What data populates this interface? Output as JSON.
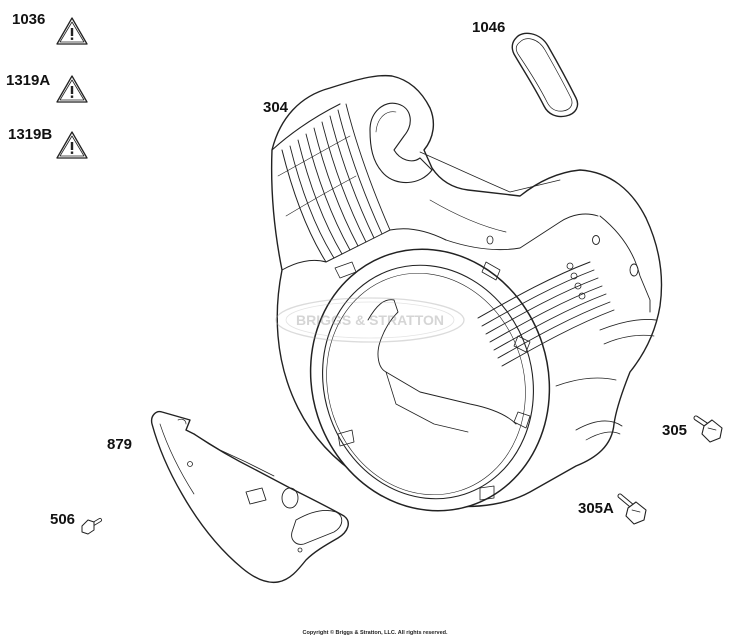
{
  "callouts": {
    "c1036": "1036",
    "c1319a": "1319A",
    "c1319b": "1319B",
    "c1046": "1046",
    "c304": "304",
    "c305": "305",
    "c305a": "305A",
    "c879": "879",
    "c506": "506"
  },
  "watermark": "BRIGGS & STRATTON",
  "copyright": "Copyright © Briggs & Stratton, LLC. All rights reserved.",
  "icons": {
    "warning": "warning-triangle-icon"
  }
}
